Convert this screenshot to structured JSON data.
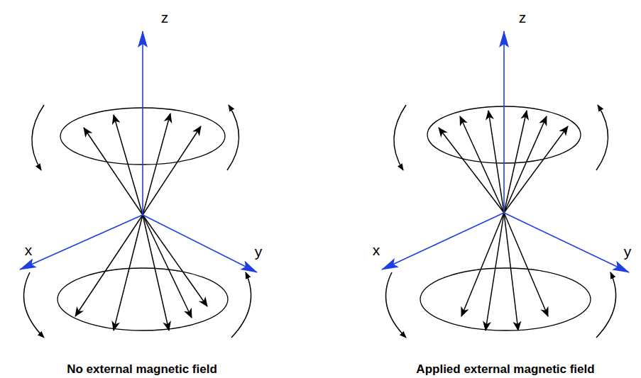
{
  "diagram": {
    "labels": [
      "z",
      "x",
      "y",
      "No external magnetic field",
      "z",
      "x",
      "y",
      "Applied external magnetic field"
    ]
  }
}
